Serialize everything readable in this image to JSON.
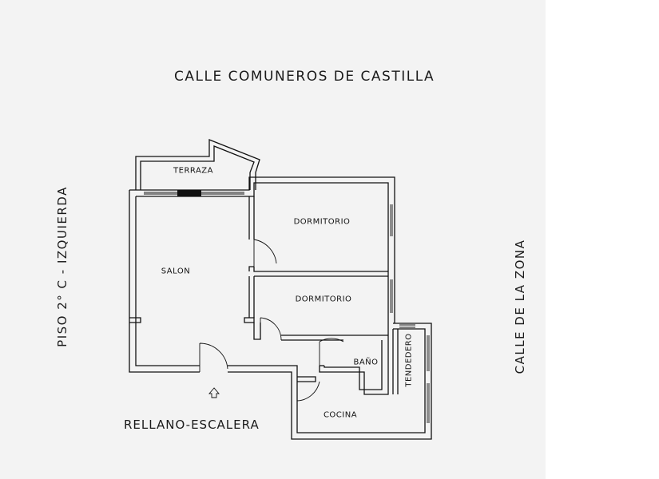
{
  "street_top": "CALLE COMUNEROS DE CASTILLA",
  "street_right": "CALLE DE LA ZONA",
  "floor_label": "PISO 2° C - IZQUIERDA",
  "landing_label": "RELLANO-ESCALERA",
  "rooms": {
    "terraza": "TERRAZA",
    "dormitorio_1": "DORMITORIO",
    "salon": "SALON",
    "dormitorio_2": "DORMITORIO",
    "bano": "BAÑO",
    "tendedero": "TENDEDERO",
    "cocina": "COCINA"
  },
  "icons": {
    "entrance": "entrance-arrow-icon"
  }
}
